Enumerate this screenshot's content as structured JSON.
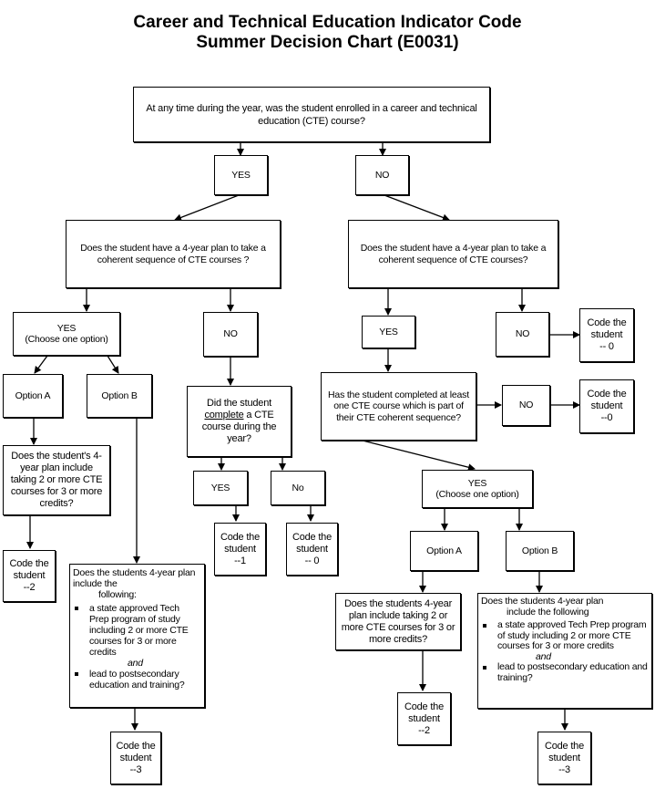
{
  "title": {
    "line1": "Career and Technical Education Indicator Code",
    "line2": "Summer Decision Chart (E0031)"
  },
  "root": {
    "question": "At any time during the year, was the student enrolled in a career and technical education (CTE) course?"
  },
  "yes_branch": {
    "label": "YES",
    "plan_question": "Does the student have a 4-year plan to take a coherent sequence of CTE courses ?",
    "plan_yes": {
      "label": "YES",
      "sublabel": "(Choose one option)"
    },
    "plan_no": {
      "label": "NO"
    },
    "option_a": {
      "label": "Option A",
      "question": "Does the student's 4- year plan include taking 2 or more CTE courses for 3 or more credits?",
      "code_line1": "Code the",
      "code_line2": "student",
      "code_value": "--2"
    },
    "option_b": {
      "label": "Option B",
      "question_intro": "Does the students 4-year plan include the",
      "question_intro2": "following:",
      "bullet1": "a state approved Tech Prep program of study including 2 or more CTE courses for 3 or more credits",
      "and": "and",
      "bullet2": "lead to postsecondary education and training?",
      "code_line1": "Code the",
      "code_line2": "student",
      "code_value": "--3"
    },
    "complete_question": {
      "pre": "Did the student",
      "underlined": "complete",
      "post": "a CTE course during the year?"
    },
    "complete_yes": {
      "label": "YES",
      "code_line1": "Code the",
      "code_line2": "student",
      "code_value": "--1"
    },
    "complete_no": {
      "label": "No",
      "code_line1": "Code the",
      "code_line2": "student",
      "code_value": "-- 0"
    }
  },
  "no_branch": {
    "label": "NO",
    "plan_question": "Does the student have a 4-year plan to take a coherent sequence of CTE courses?",
    "plan_yes": {
      "label": "YES"
    },
    "plan_no": {
      "label": "NO",
      "code_line1": "Code the",
      "code_line2": "student",
      "code_value": "-- 0"
    },
    "completed_question": "Has the student completed at least one CTE course which is part of their CTE coherent sequence?",
    "completed_no": {
      "label": "NO",
      "code_line1": "Code the",
      "code_line2": "student",
      "code_value": "--0"
    },
    "completed_yes": {
      "label": "YES",
      "sublabel": "(Choose one option)"
    },
    "option_a": {
      "label": "Option A",
      "question": "Does the students 4-year plan include taking 2 or more CTE courses for 3 or more credits?",
      "code_line1": "Code the",
      "code_line2": "student",
      "code_value": "--2"
    },
    "option_b": {
      "label": "Option B",
      "question_intro": "Does the students 4-year plan",
      "question_intro2": "include the following",
      "bullet1": "a state approved Tech Prep program of study including 2 or more CTE courses for 3 or more credits",
      "and": "and",
      "bullet2": "lead to postsecondary education and training?",
      "code_line1": "Code the",
      "code_line2": "student",
      "code_value": "--3"
    }
  }
}
